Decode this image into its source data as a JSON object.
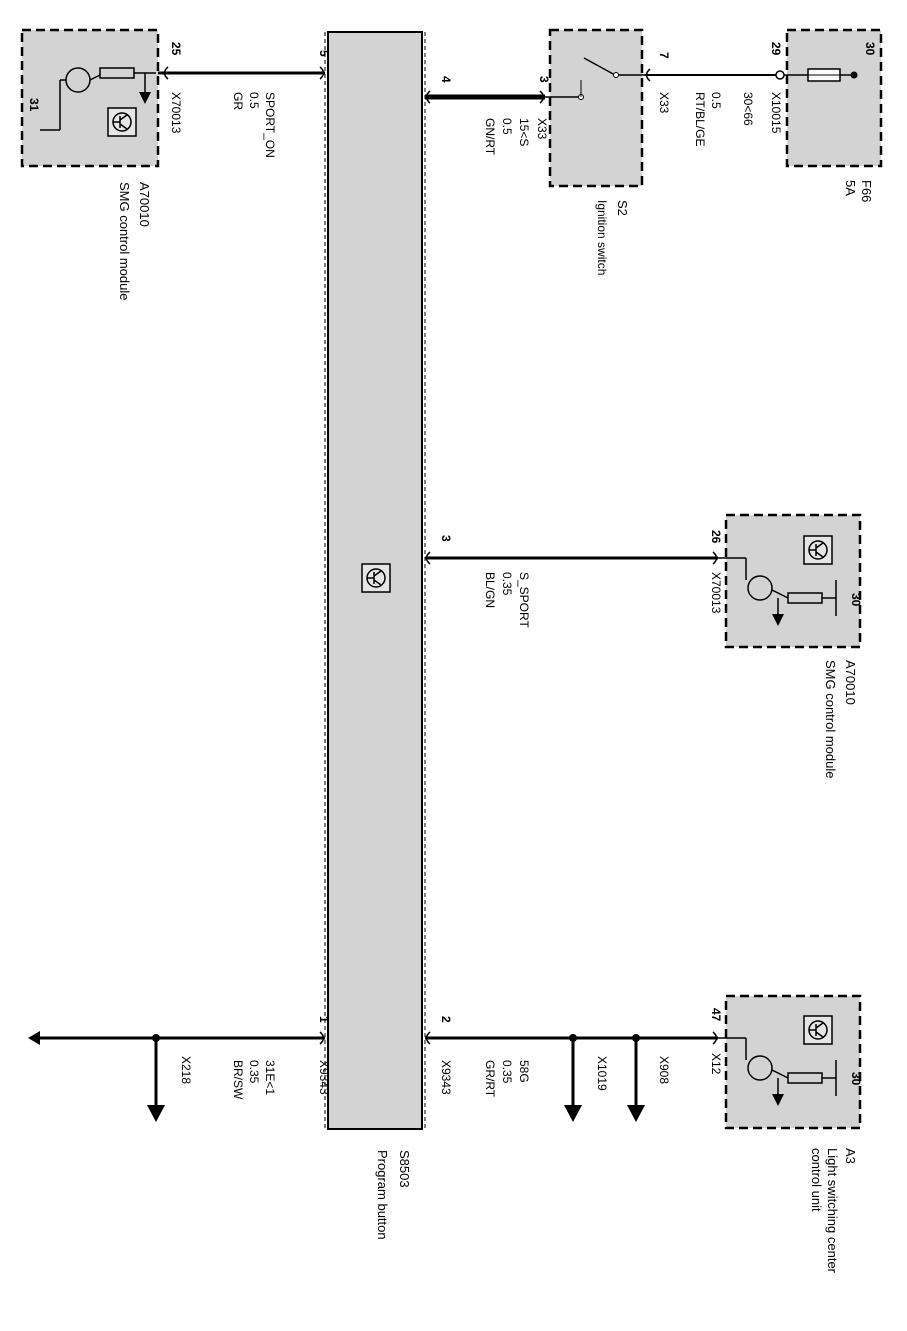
{
  "program_button": {
    "id": "S8503",
    "name": "Program button"
  },
  "ignition_switch": {
    "id": "S2",
    "name": "Ignition switch"
  },
  "fuse": {
    "id": "F66",
    "rating": "5A",
    "pin": "30"
  },
  "smg_top": {
    "id": "A70010",
    "name": "SMG control module",
    "pin": "25",
    "connector": "X70013",
    "pin_31": "31",
    "signal": "SPORT_ON",
    "gauge": "0.5",
    "color": "GR",
    "s_pin": "5"
  },
  "ignition_wire": {
    "s_pin": "4",
    "sw_pin": "3",
    "connector": "X33",
    "circuit": "15<S",
    "gauge": "0.5",
    "color": "GN/RT"
  },
  "fuse_wire": {
    "sw_pin": "7",
    "connector_sw": "X33",
    "gauge": "0.5",
    "color": "RT/BL/GE",
    "circuit": "30<66",
    "connector_fuse": "X10015",
    "fuse_pin": "29"
  },
  "smg_mid": {
    "id": "A70010",
    "name": "SMG control module",
    "pin": "26",
    "connector": "X70013",
    "pin_30": "30",
    "s_pin": "3",
    "signal": "S_SPORT",
    "gauge": "0.35",
    "color": "BL/GN"
  },
  "lscu": {
    "id": "A3",
    "name_line1": "Light switching center",
    "name_line2": "control unit",
    "pin": "47",
    "connector": "X12",
    "pin_30": "30"
  },
  "wire_58g": {
    "s_pin": "2",
    "connector": "X9343",
    "circuit": "58G",
    "gauge": "0.35",
    "color": "GR/RT",
    "branch1": "X1019",
    "branch2": "X908"
  },
  "wire_31e": {
    "s_pin": "1",
    "connector": "X9343",
    "circuit": "31E<1",
    "gauge": "0.35",
    "color": "BR/SW",
    "branch": "X218"
  }
}
